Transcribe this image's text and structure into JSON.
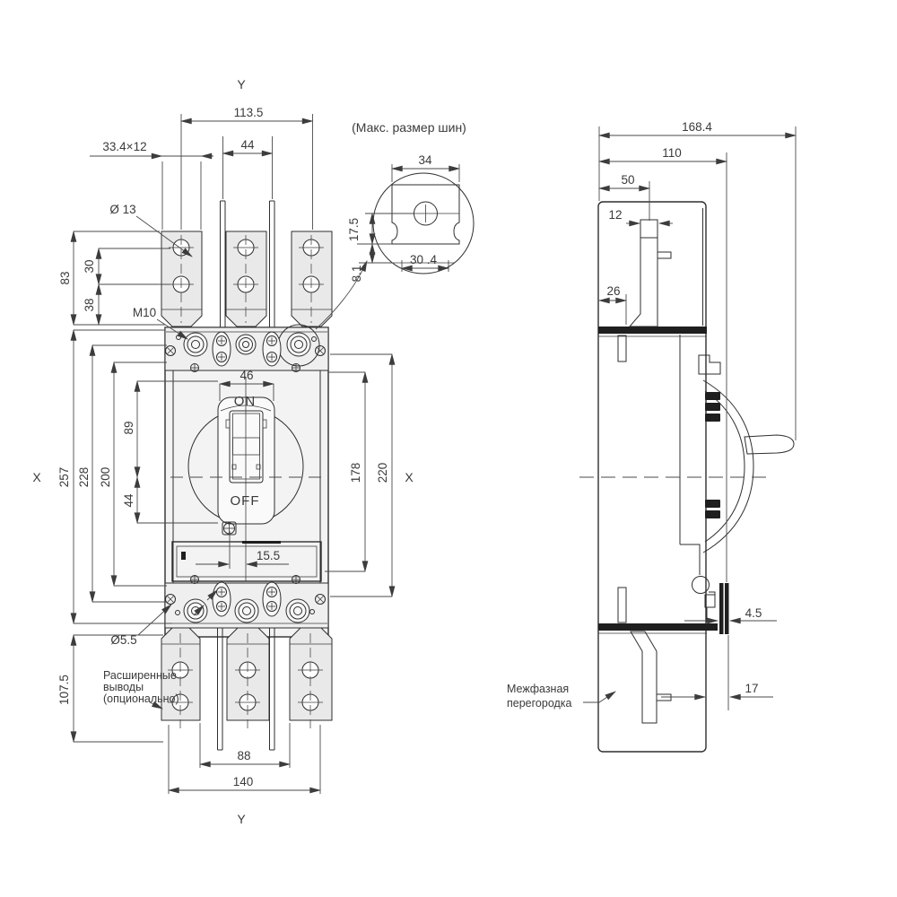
{
  "axes": {
    "y_top": "Y",
    "y_bottom": "Y",
    "x_left": "X",
    "x_right": "X"
  },
  "front": {
    "d113_5": "113.5",
    "d44_top": "44",
    "slot": "33.4×12",
    "dia_top": "Ø 13",
    "d83": "83",
    "d30": "30",
    "d38": "38",
    "m10": "M10",
    "d257": "257",
    "d228": "228",
    "d200": "200",
    "d89": "89",
    "d44_left": "44",
    "d46": "46",
    "on": "ON",
    "off": "OFF",
    "d15_5": "15.5",
    "d178": "178",
    "d220": "220",
    "dia_bottom": "Ø5.5",
    "d107_5": "107.5",
    "d88": "88",
    "d140": "140",
    "note_line1": "Расширенные",
    "note_line2": "выводы",
    "note_line3": "(опционально)"
  },
  "detail": {
    "title": "(Макс. размер шин)",
    "d34": "34",
    "d17_5": "17.5",
    "d8_1": "8.1",
    "d30_4": "30 .4"
  },
  "side": {
    "d168_4": "168.4",
    "d110": "110",
    "d50": "50",
    "d12": "12",
    "d26": "26",
    "d4_5": "4.5",
    "d17": "17",
    "note_line1": "Межфазная",
    "note_line2": "перегородка"
  }
}
